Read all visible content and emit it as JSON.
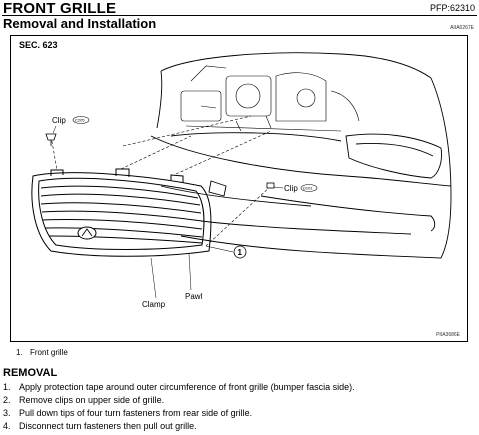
{
  "header": {
    "title": "FRONT GRILLE",
    "pfp": "PFP:62310",
    "subtitle": "Removal and Installation",
    "figure_code_top": "AIIA0267E"
  },
  "figure": {
    "section": "SEC. 623",
    "callouts": {
      "clip_top": "Clip",
      "clip_top_ref": "C205",
      "clip_right": "Clip",
      "clip_right_ref": "D101",
      "part_number": "1",
      "clamp": "Clamp",
      "pawl": "Pawl"
    },
    "figure_code_bottom": "PIIA3686E"
  },
  "legend": {
    "items": [
      {
        "num": "1.",
        "text": "Front grille"
      }
    ]
  },
  "removal": {
    "heading": "REMOVAL",
    "steps": [
      {
        "num": "1.",
        "text": "Apply protection tape around outer circumference of front grille (bumper fascia side)."
      },
      {
        "num": "2.",
        "text": "Remove clips on upper side of grille."
      },
      {
        "num": "3.",
        "text": "Pull down tips of four turn fasteners from rear side of grille."
      },
      {
        "num": "4.",
        "text": "Disconnect turn fasteners then pull out grille."
      }
    ]
  }
}
